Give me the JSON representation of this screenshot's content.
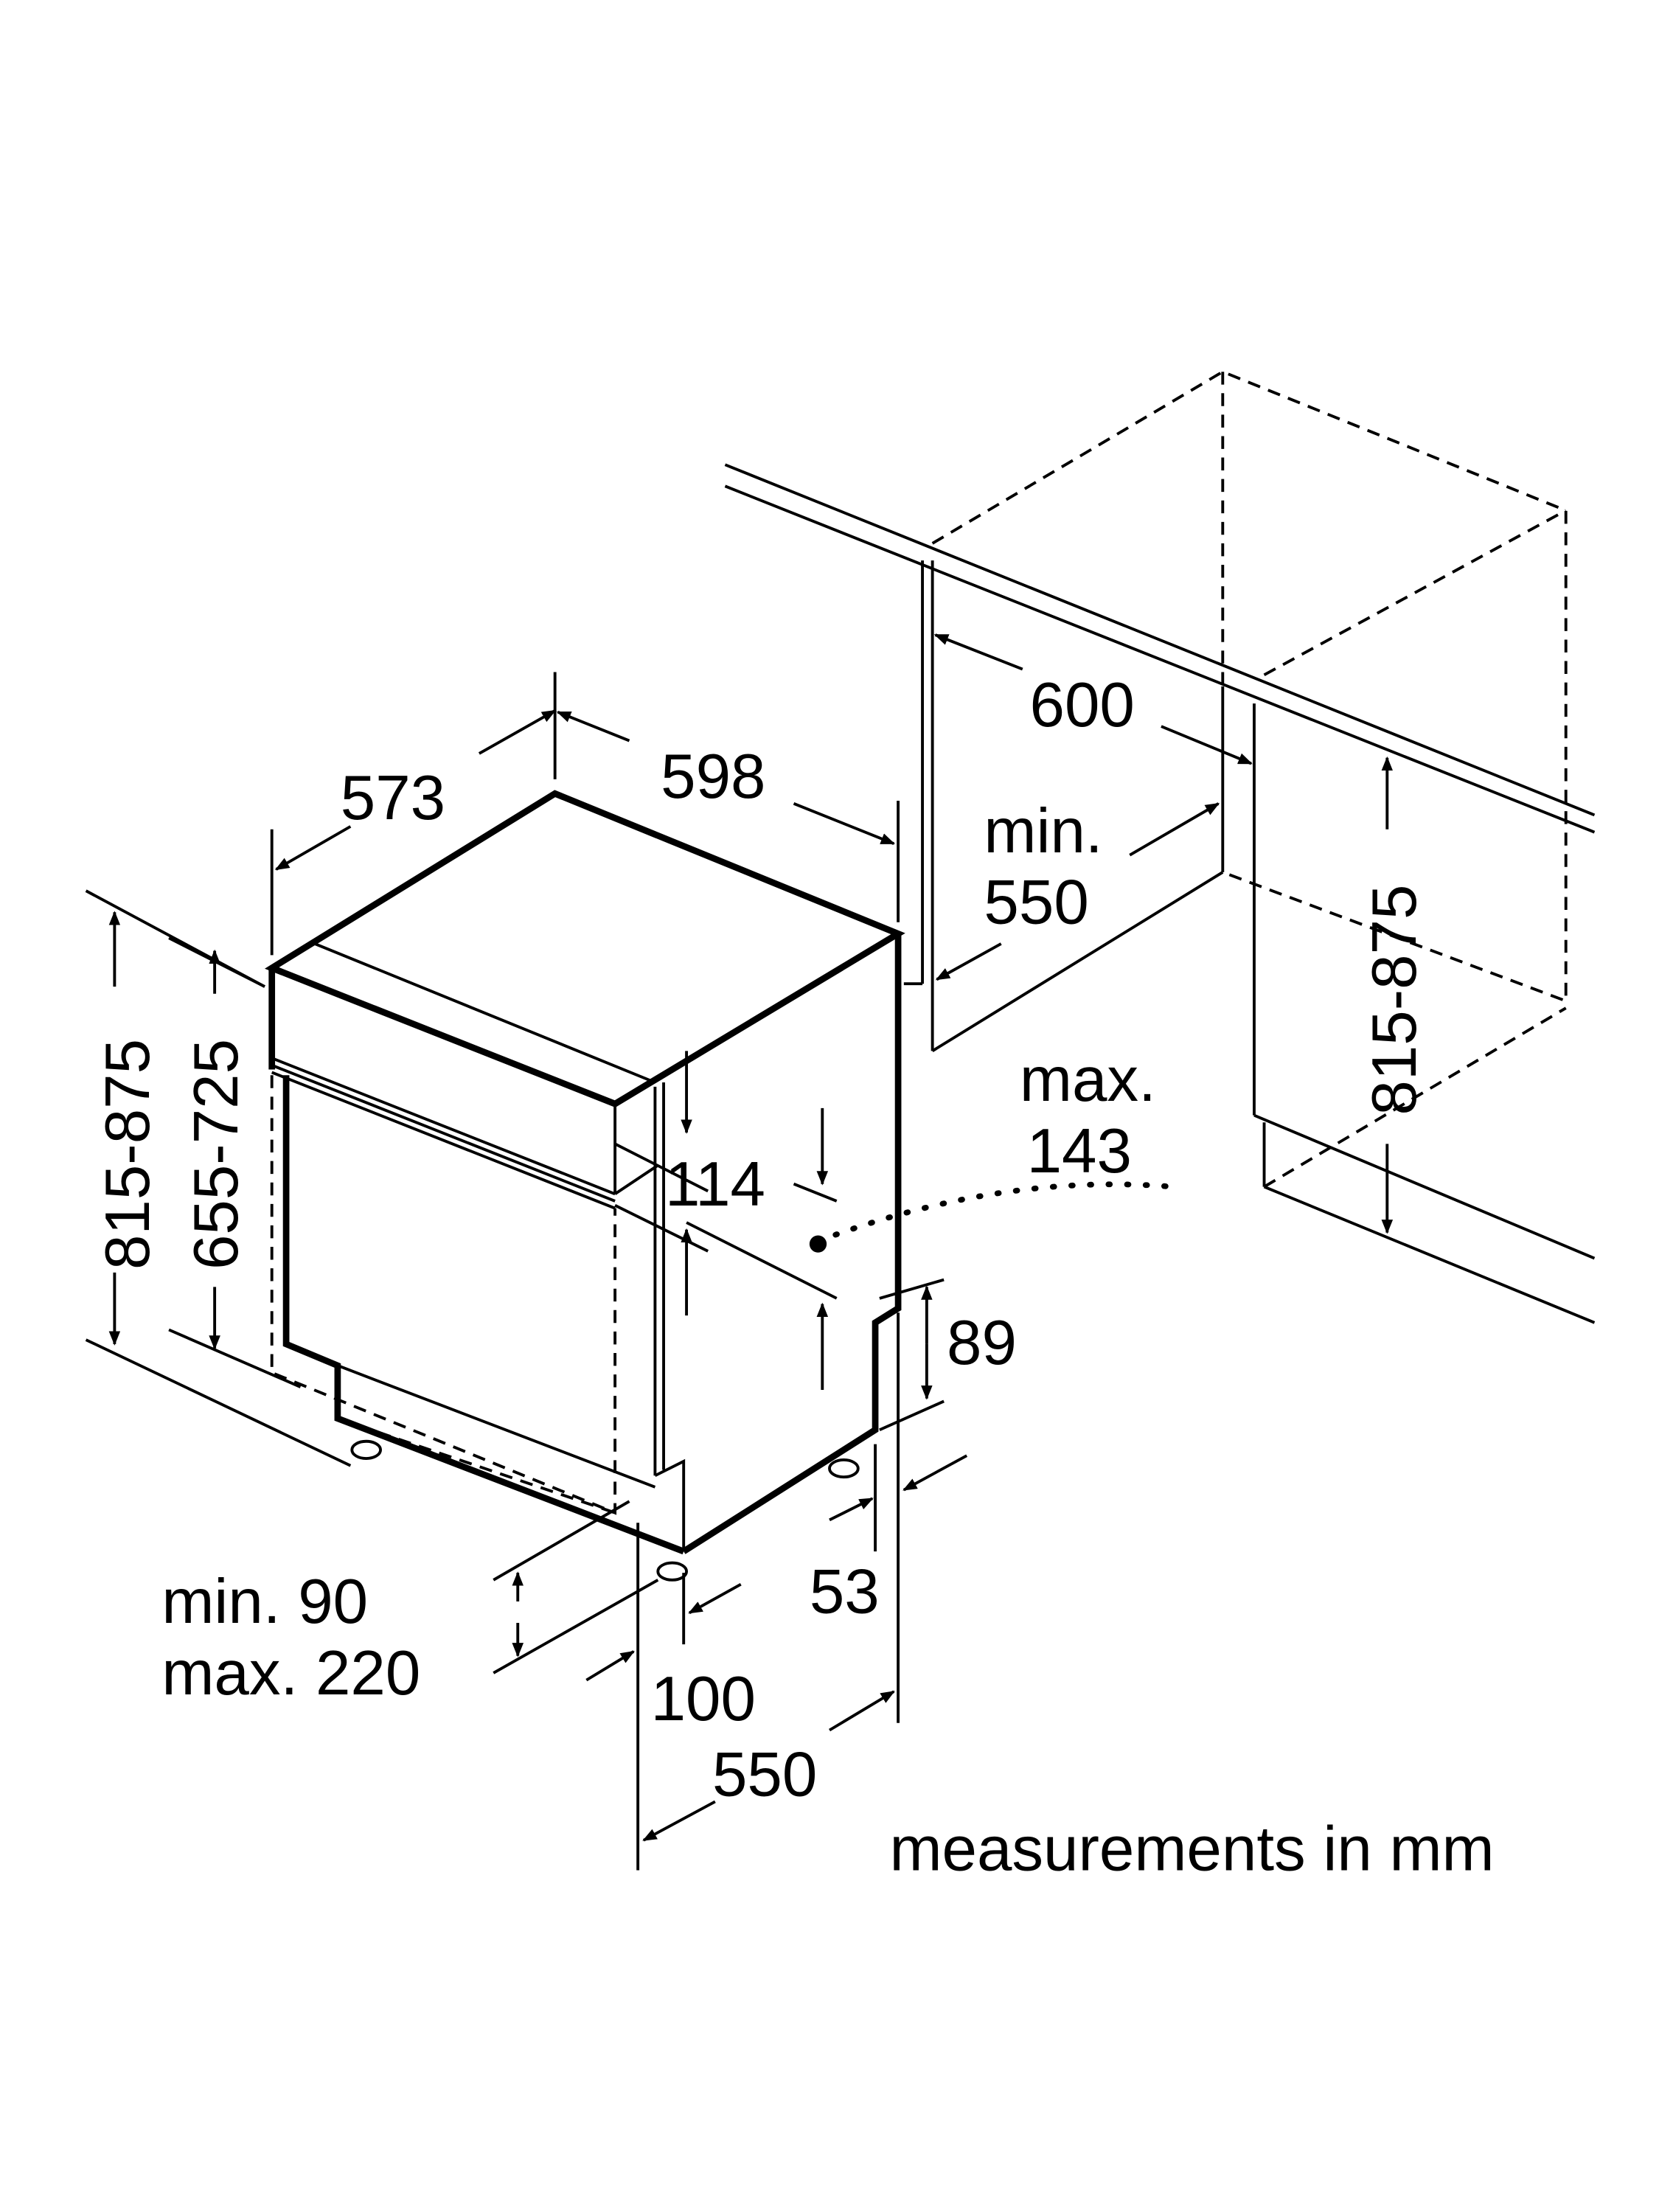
{
  "labels": {
    "depth_573": "573",
    "width_598": "598",
    "niche_width_600": "600",
    "niche_min_line1": "min.",
    "niche_min_line2": "550",
    "height_left_outer": "815-875",
    "height_left_inner": "655-725",
    "panel_114": "114",
    "max_line1": "max.",
    "max_line2": "143",
    "plinth_89": "89",
    "recess_53": "53",
    "plinth_min": "min. 90",
    "plinth_max": "max. 220",
    "offset_100": "100",
    "depth_550": "550",
    "niche_height": "815-875",
    "units_note": "measurements in mm"
  },
  "colors": {
    "ink": "#000000",
    "background": "#ffffff"
  }
}
